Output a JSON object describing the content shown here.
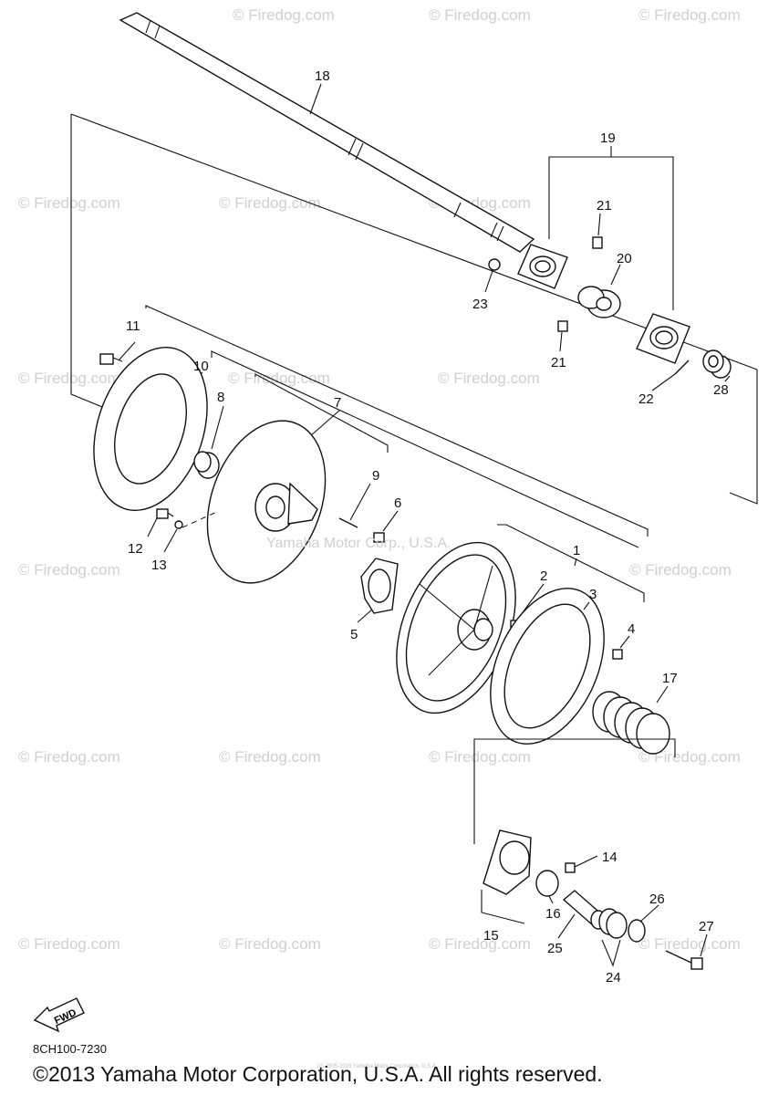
{
  "drawing_code": "8CH100-7230",
  "copyright": "©2013 Yamaha Motor Corporation, U.S.A. All rights reserved.",
  "center_watermark": "Yamaha Motor Corp., U.S.A.",
  "tiny_watermark": "(c) 2005-2015 Yamaha Motor Corporation, U.S.A.",
  "fwd_label": "FWD",
  "watermark_text": "© Firedog.com",
  "callouts": [
    "1",
    "2",
    "3",
    "4",
    "5",
    "6",
    "7",
    "8",
    "9",
    "10",
    "11",
    "12",
    "13",
    "14",
    "15",
    "16",
    "17",
    "18",
    "19",
    "20",
    "21",
    "21",
    "22",
    "23",
    "24",
    "25",
    "26",
    "27",
    "28"
  ]
}
